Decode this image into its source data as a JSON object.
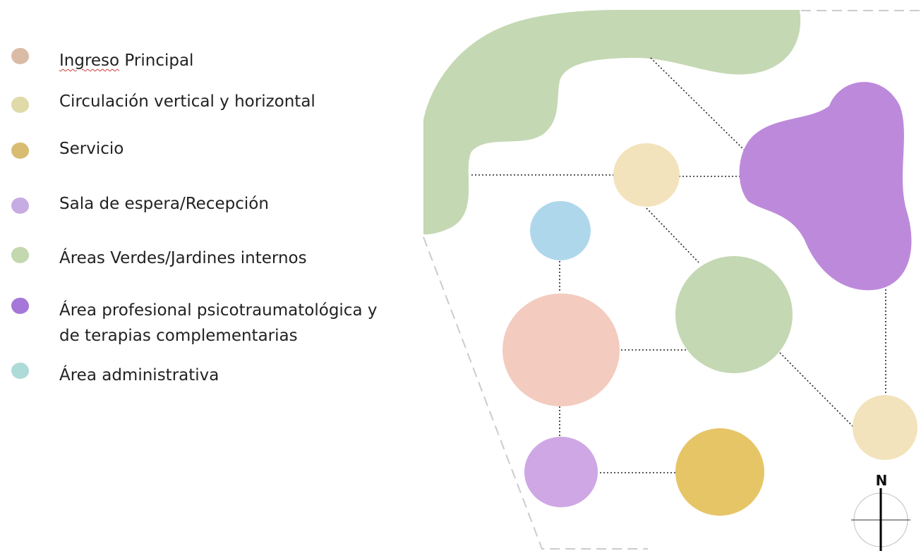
{
  "legend": {
    "items": [
      {
        "key": "ingreso",
        "label_part1": "Ingreso",
        "label_part2": " Principal",
        "color": "#d9bba6"
      },
      {
        "key": "circulacion",
        "label": "Circulación vertical y horizontal",
        "color": "#dfdaa8"
      },
      {
        "key": "servicio",
        "label": "Servicio",
        "color": "#d8bc72"
      },
      {
        "key": "sala",
        "label": "Sala de espera/Recepción",
        "color": "#c6ace2"
      },
      {
        "key": "verdes",
        "label": "Áreas Verdes/Jardines internos",
        "color": "#c3d8af"
      },
      {
        "key": "profesional",
        "label_line1": "Área profesional psicotraumatológica y",
        "label_line2": "de terapias complementarias",
        "color": "#a577d8"
      },
      {
        "key": "administrativa",
        "label": "Área administrativa",
        "color": "#addbd7"
      }
    ]
  },
  "colors": {
    "green": "#c4d8b3",
    "purple": "#bd8adb",
    "cream": "#f2e3bc",
    "blue": "#afd7ec",
    "salmon": "#f3cbbf",
    "lilac": "#cfa7e5",
    "mustard": "#e6c567",
    "boundary": "#c9c9c9",
    "connector": "#222222"
  },
  "compass": {
    "label": "N"
  }
}
